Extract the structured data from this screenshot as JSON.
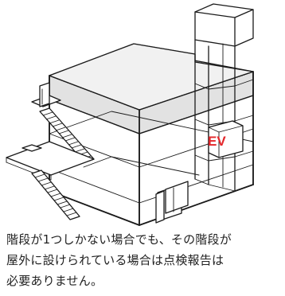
{
  "diagram": {
    "elevator_label": "EV",
    "elevator_label_color": "#e3262a"
  },
  "caption": {
    "line1": "階段が1つしかない場合でも、その階段が",
    "line2": "屋外に設けられている場合は点検報告は",
    "line3": "必要ありません。"
  }
}
